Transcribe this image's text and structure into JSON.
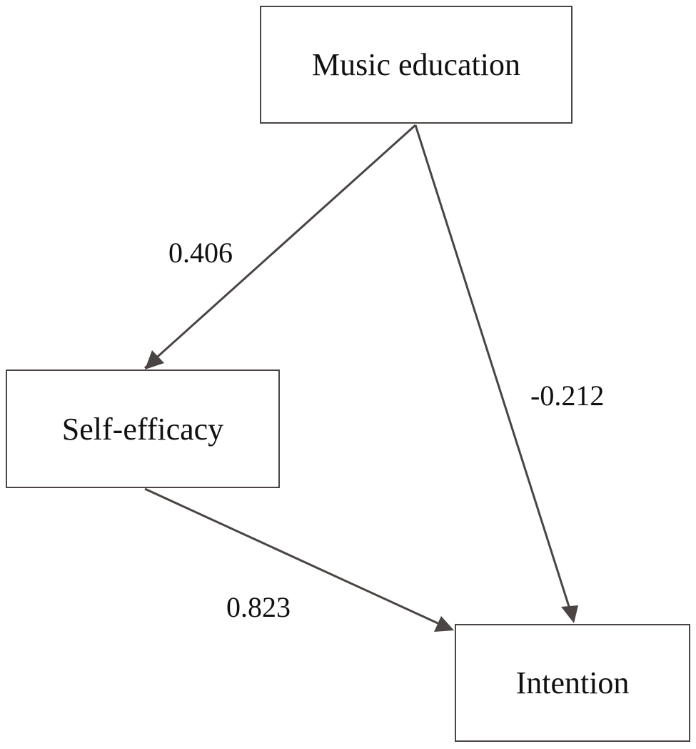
{
  "nodes": {
    "music_education": "Music education",
    "self_efficacy": "Self-efficacy",
    "intention": "Intention"
  },
  "edges": {
    "music_to_self_efficacy": "0.406",
    "music_to_intention": "-0.212",
    "self_efficacy_to_intention": "0.823"
  },
  "colors": {
    "line": "#4a4542",
    "text": "#111111",
    "background": "#ffffff"
  }
}
